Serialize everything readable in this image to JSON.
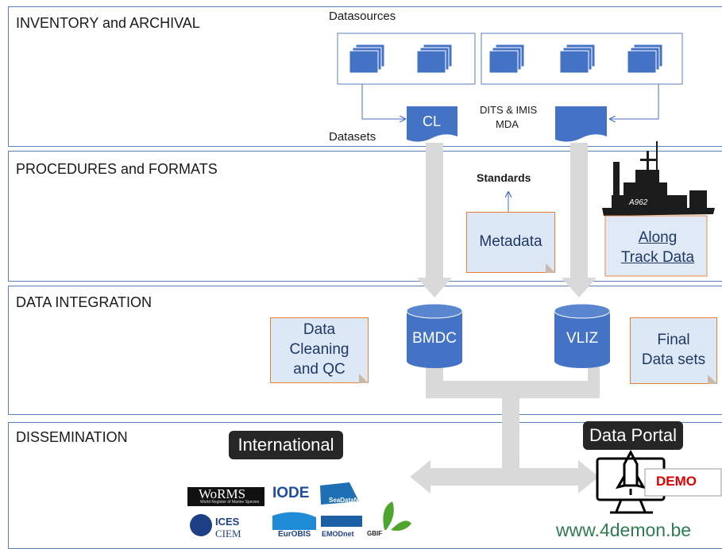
{
  "bands": {
    "inventory": "INVENTORY and ARCHIVAL",
    "procedures": "PROCEDURES and FORMATS",
    "integration": "DATA INTEGRATION",
    "dissemination": "DISSEMINATION"
  },
  "inventory": {
    "datasources_label": "Datasources",
    "datasets_label": "Datasets",
    "cl_label": "CL",
    "dits_label_line1": "DITS & IMIS",
    "dits_label_line2": "MDA"
  },
  "procedures": {
    "standards_label": "Standards",
    "metadata_label": "Metadata",
    "along_track_line1": "Along",
    "along_track_line2": "Track Data",
    "ship_hull_number": "A962"
  },
  "integration": {
    "cleaning_line1": "Data",
    "cleaning_line2": "Cleaning",
    "cleaning_line3": "and QC",
    "bmdc_label": "BMDC",
    "vliz_label": "VLIZ",
    "final_line1": "Final",
    "final_line2": "Data sets"
  },
  "dissemination": {
    "international_label": "International",
    "portal_label": "Data Portal",
    "demo_label": "DEMO",
    "website": "www.4demon.be",
    "logos": {
      "worms": "WoRMS",
      "worms_sub": "World Register of Marine Species",
      "iode": "IODE",
      "seadatanet": "SeaDataNet",
      "ices": "ICES",
      "ciem": "CIEM",
      "eurobis": "EurOBIS",
      "emodnet": "EMODnet",
      "gbif": "GBIF"
    }
  },
  "colors": {
    "band_border": "#5b7fb8",
    "doc_blue": "#4472c4",
    "note_fill": "#dde8f6",
    "note_border": "#ed7d31",
    "arrow_gray": "#d9d9d9",
    "demo_red": "#e00000",
    "website_green": "#2e7d4f"
  }
}
